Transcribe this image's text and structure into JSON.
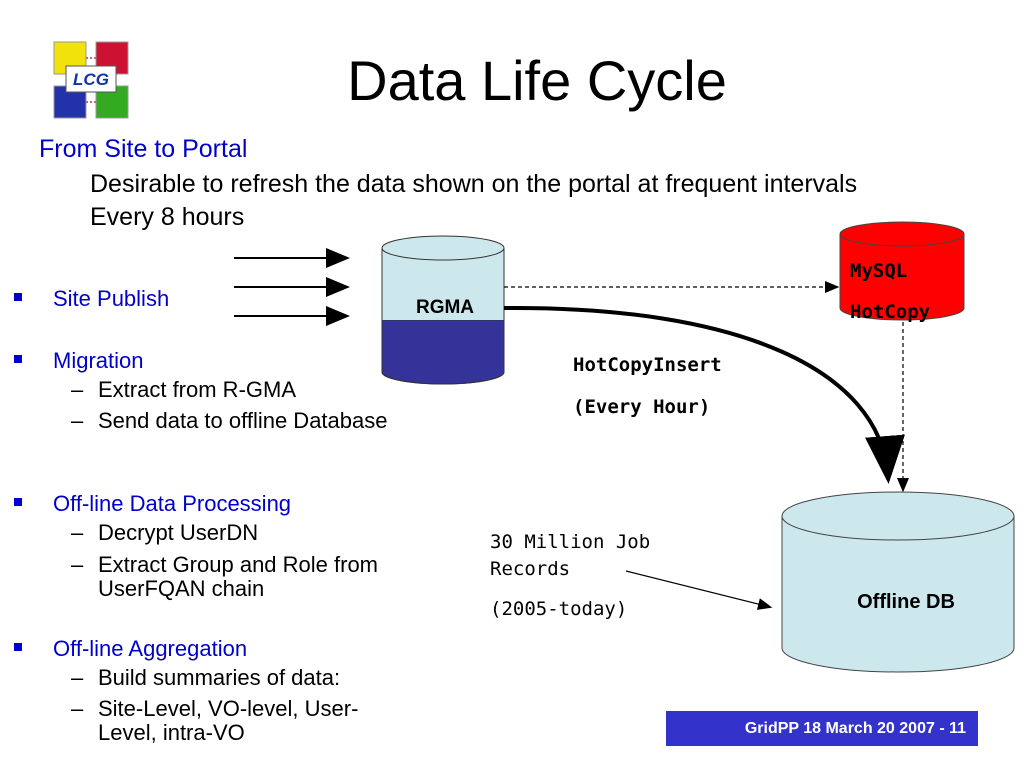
{
  "logo": {
    "text": "LCG"
  },
  "title": "Data Life Cycle",
  "subtitle": "From Site to Portal",
  "sub_lines": [
    "Desirable to refresh the data shown on the portal at frequent intervals",
    "Every 8 hours"
  ],
  "bullets": [
    {
      "label": "Site Publish",
      "subs": []
    },
    {
      "label": "Migration",
      "subs": [
        "Extract from R-GMA",
        "Send data to offline Database"
      ]
    },
    {
      "label": "Off-line Data Processing",
      "subs": [
        "Decrypt UserDN",
        "Extract Group and Role from UserFQAN chain"
      ]
    },
    {
      "label": "Off-line Aggregation",
      "subs": [
        "Build summaries of data:",
        "Site-Level, VO-level, User-Level, intra-VO"
      ]
    }
  ],
  "diagram": {
    "rgma_label": "RGMA",
    "mysql_line1": "MySQL",
    "mysql_line2": "HotCopy",
    "insert_line1": "HotCopyInsert",
    "insert_line2": "(Every Hour)",
    "records_line1": "30 Million Job",
    "records_line2": "Records",
    "records_line3": "(2005-today)",
    "offline_label": "Offline DB"
  },
  "colors": {
    "accent_blue": "#0000cc",
    "rgma_top": "#cce8ec",
    "rgma_bottom": "#333399",
    "mysql_red": "#ff0000",
    "offline_fill": "#cce8ec",
    "footer_bg": "#3333cc"
  },
  "footer": "GridPP 18 March 20 2007 - 11"
}
